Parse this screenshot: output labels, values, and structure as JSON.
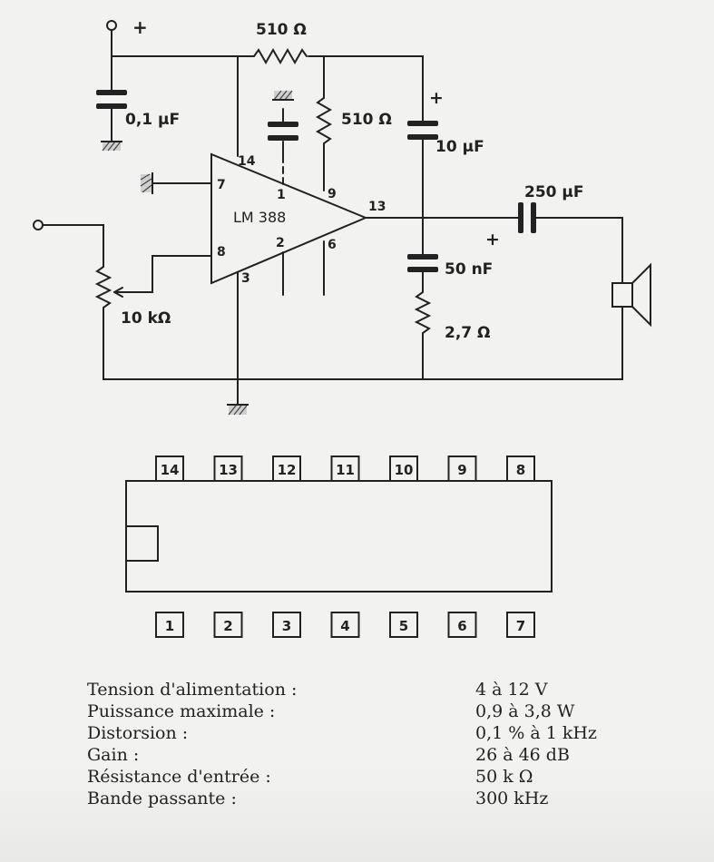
{
  "schematic": {
    "ic_name": "LM 388",
    "supply_plus": "+",
    "labels": {
      "r_top": "510 Ω",
      "r_mid": "510 Ω",
      "c_supply": "0,1 µF",
      "c_boot": "10 µF",
      "c_boot_plus": "+",
      "c_out": "250 µF",
      "c_out_plus": "+",
      "c_zobel": "50 nF",
      "r_zobel": "2,7 Ω",
      "pot": "10 kΩ"
    },
    "ic_pins": [
      "14",
      "7",
      "8",
      "3",
      "1",
      "2",
      "9",
      "6",
      "13"
    ]
  },
  "package": {
    "top_pins": [
      "14",
      "13",
      "12",
      "11",
      "10",
      "9",
      "8"
    ],
    "bottom_pins": [
      "1",
      "2",
      "3",
      "4",
      "5",
      "6",
      "7"
    ]
  },
  "specs": [
    {
      "label": "Tension d'alimentation :",
      "value": "4 à 12 V"
    },
    {
      "label": "Puissance maximale :",
      "value": "0,9 à 3,8 W"
    },
    {
      "label": "Distorsion :",
      "value": "0,1 % à 1 kHz"
    },
    {
      "label": "Gain :",
      "value": "26 à 46 dB"
    },
    {
      "label": "Résistance d'entrée :",
      "value": "50 k Ω"
    },
    {
      "label": "Bande passante :",
      "value": "300 kHz"
    }
  ]
}
